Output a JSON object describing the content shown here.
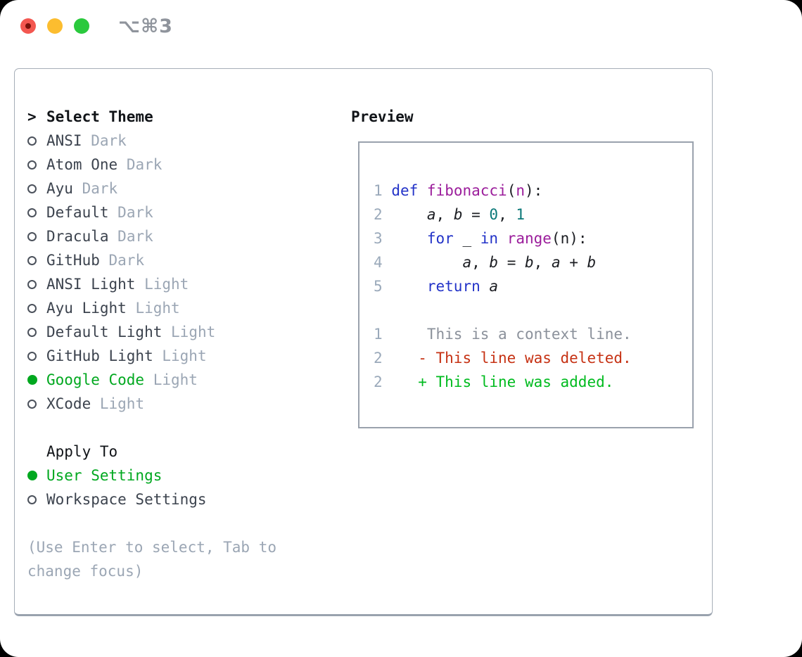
{
  "titlebar": {
    "shortcut": "⌥⌘3",
    "buttons": [
      "close",
      "minimize",
      "zoom"
    ]
  },
  "theme_list": {
    "header_marker": ">",
    "header": "Select Theme",
    "items": [
      {
        "name": "ANSI",
        "tag": "Dark",
        "selected": false
      },
      {
        "name": "Atom One",
        "tag": "Dark",
        "selected": false
      },
      {
        "name": "Ayu",
        "tag": "Dark",
        "selected": false
      },
      {
        "name": "Default",
        "tag": "Dark",
        "selected": false
      },
      {
        "name": "Dracula",
        "tag": "Dark",
        "selected": false
      },
      {
        "name": "GitHub",
        "tag": "Dark",
        "selected": false
      },
      {
        "name": "ANSI Light",
        "tag": "Light",
        "selected": false
      },
      {
        "name": "Ayu Light",
        "tag": "Light",
        "selected": false
      },
      {
        "name": "Default Light",
        "tag": "Light",
        "selected": false
      },
      {
        "name": "GitHub Light",
        "tag": "Light",
        "selected": false
      },
      {
        "name": "Google Code",
        "tag": "Light",
        "selected": true
      },
      {
        "name": "XCode",
        "tag": "Light",
        "selected": false
      }
    ]
  },
  "apply_to": {
    "header": "Apply To",
    "options": [
      {
        "name": "User Settings",
        "selected": true
      },
      {
        "name": "Workspace Settings",
        "selected": false
      }
    ]
  },
  "hint_lines": [
    "(Use Enter to select, Tab to",
    "change focus)"
  ],
  "preview": {
    "label": "Preview",
    "code_lines": [
      {
        "num": "1",
        "tokens": [
          [
            " ",
            "pl"
          ],
          [
            "def",
            "kw"
          ],
          [
            " ",
            "pl"
          ],
          [
            "fibonacci",
            "fn"
          ],
          [
            "(",
            "pl"
          ],
          [
            "n",
            "fn"
          ],
          [
            "):",
            "pl"
          ]
        ]
      },
      {
        "num": "2",
        "tokens": [
          [
            "     ",
            "pl"
          ],
          [
            "a",
            "var"
          ],
          [
            ", ",
            "pl"
          ],
          [
            "b",
            "var"
          ],
          [
            " = ",
            "pl"
          ],
          [
            "0",
            "num"
          ],
          [
            ", ",
            "pl"
          ],
          [
            "1",
            "num"
          ]
        ]
      },
      {
        "num": "3",
        "tokens": [
          [
            "     ",
            "pl"
          ],
          [
            "for",
            "kw"
          ],
          [
            " _ ",
            "pl"
          ],
          [
            "in",
            "kw"
          ],
          [
            " ",
            "pl"
          ],
          [
            "range",
            "fn"
          ],
          [
            "(n):",
            "pl"
          ]
        ]
      },
      {
        "num": "4",
        "tokens": [
          [
            "         ",
            "pl"
          ],
          [
            "a",
            "var"
          ],
          [
            ", ",
            "pl"
          ],
          [
            "b",
            "var"
          ],
          [
            " = ",
            "pl"
          ],
          [
            "b",
            "var"
          ],
          [
            ", ",
            "pl"
          ],
          [
            "a",
            "var"
          ],
          [
            " + ",
            "pl"
          ],
          [
            "b",
            "var"
          ]
        ]
      },
      {
        "num": "5",
        "tokens": [
          [
            "     ",
            "pl"
          ],
          [
            "return",
            "kw"
          ],
          [
            " ",
            "pl"
          ],
          [
            "a",
            "var"
          ]
        ]
      },
      {
        "num": "",
        "tokens": []
      },
      {
        "num": "1",
        "tokens": [
          [
            "     This is a context line.",
            "ctx"
          ]
        ]
      },
      {
        "num": "2",
        "tokens": [
          [
            "    - This line was deleted.",
            "del"
          ]
        ]
      },
      {
        "num": "2",
        "tokens": [
          [
            "    + This line was added.",
            "add"
          ]
        ]
      }
    ]
  },
  "colors": {
    "selection_green": "#00a81f",
    "diff_added_green": "#00bb1f",
    "diff_deleted_red": "#c63214",
    "diff_context_gray": "#8b919b",
    "line_number_gray": "#9aa9ba",
    "keyword_blue": "#2333c8",
    "function_purple": "#9b1d9b",
    "number_teal": "#0a7878",
    "code_black": "#1b1d22",
    "item_dark": "#3c434e",
    "muted_gray": "#9ba6b4",
    "heading_black": "#111418",
    "traffic_red": "#f35750",
    "traffic_yellow": "#fcbd2f",
    "traffic_green": "#2ac93d"
  }
}
